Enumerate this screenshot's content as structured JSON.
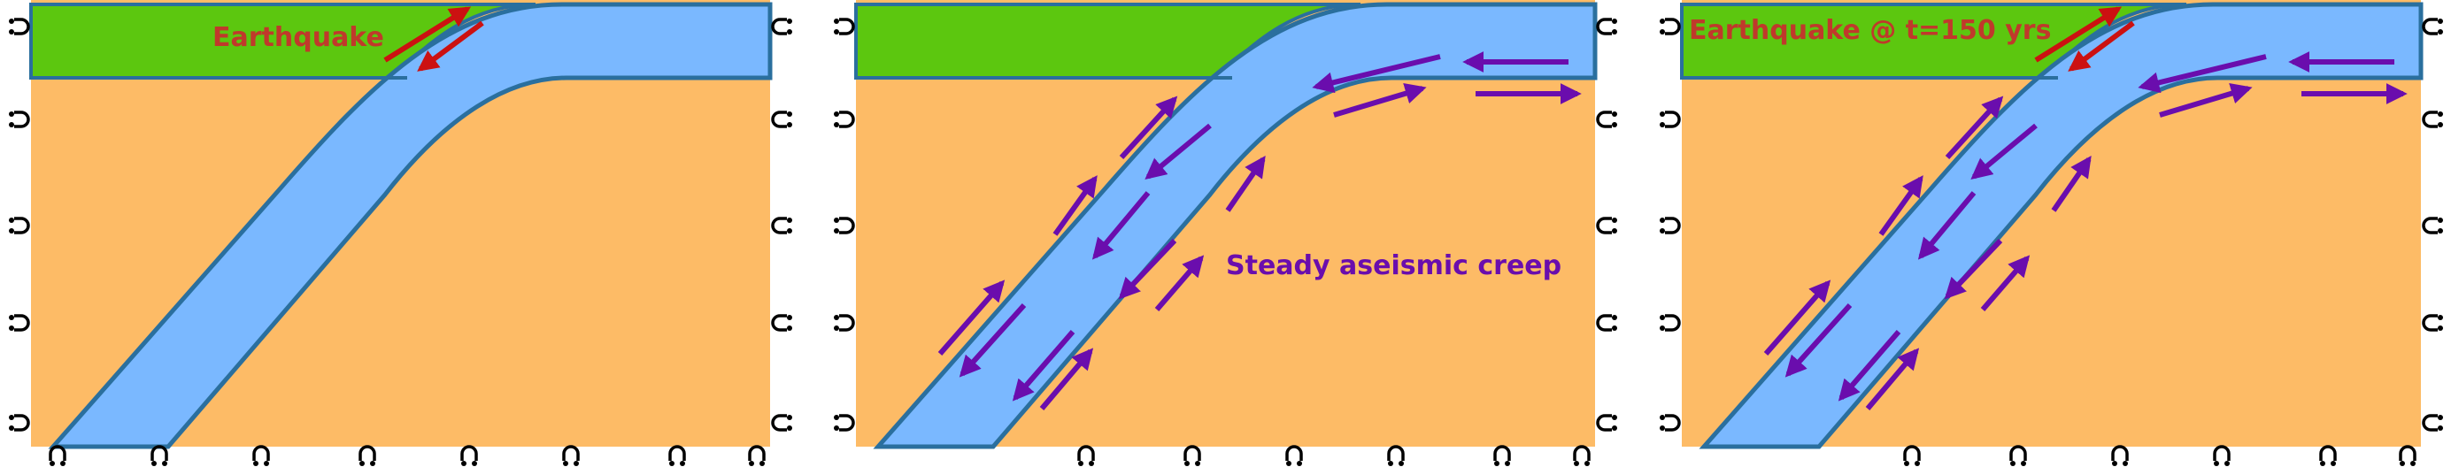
{
  "panels": [
    {
      "id": "earthquake",
      "label": "Earthquake",
      "label_color": "#c0392b",
      "slip_arrows": "surface-only"
    },
    {
      "id": "creep",
      "label": "Steady aseismic creep",
      "label_color": "#6a0dad",
      "slip_arrows": "creep-only"
    },
    {
      "id": "earthquake-t150",
      "label": "Earthquake @ t=150 yrs",
      "label_color": "#c0392b",
      "slip_arrows": "surface-and-creep"
    }
  ],
  "colors": {
    "mantle": "#fdbb66",
    "crust": "#5cc70f",
    "slab": "#7ab8ff",
    "slab_edge": "#2a6f9e",
    "earthquake_arrow": "#cc1111",
    "creep_arrow": "#6a0dad",
    "support": "#000000"
  },
  "boundary_conditions": {
    "left_edge": "roller-supports",
    "right_edge": "roller-supports",
    "bottom_edge": "roller-supports"
  }
}
